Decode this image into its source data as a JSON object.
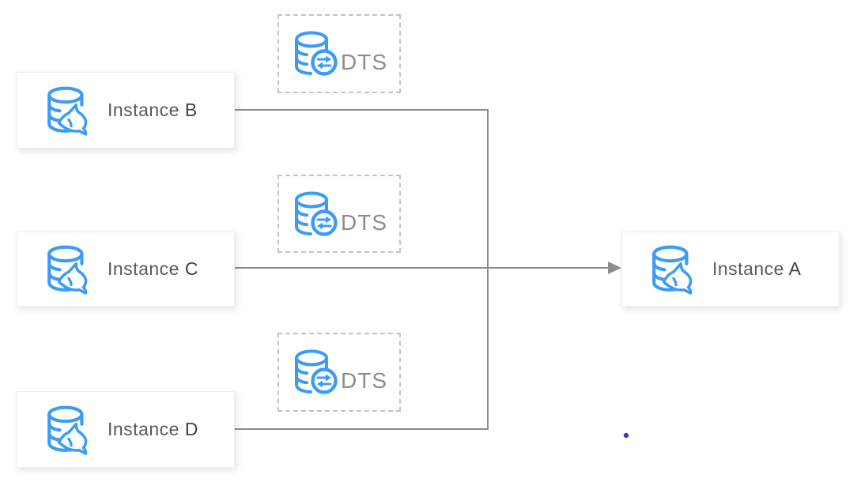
{
  "diagram": {
    "instances": [
      {
        "prefix": "Instance",
        "suffix": "B"
      },
      {
        "prefix": "Instance",
        "suffix": "C"
      },
      {
        "prefix": "Instance",
        "suffix": "D"
      },
      {
        "prefix": "Instance",
        "suffix": "A"
      }
    ],
    "dts_nodes": [
      {
        "label": "DTS"
      },
      {
        "label": "DTS"
      },
      {
        "label": "DTS"
      }
    ],
    "icons": {
      "instance_icon": "mysql-database-icon",
      "dts_icon": "database-sync-icon"
    },
    "colors": {
      "icon_blue": "#3B9BF5",
      "connector_gray": "#8C8C8C",
      "box_border": "#EFEFEF",
      "dashed_border": "#C3C3C3",
      "instance_text": "#595959",
      "instance_suffix_text": "#3F3F3F",
      "dts_text": "#8C8C8C",
      "dot_blue": "#3C3CB4",
      "background": "#FFFFFF"
    }
  }
}
